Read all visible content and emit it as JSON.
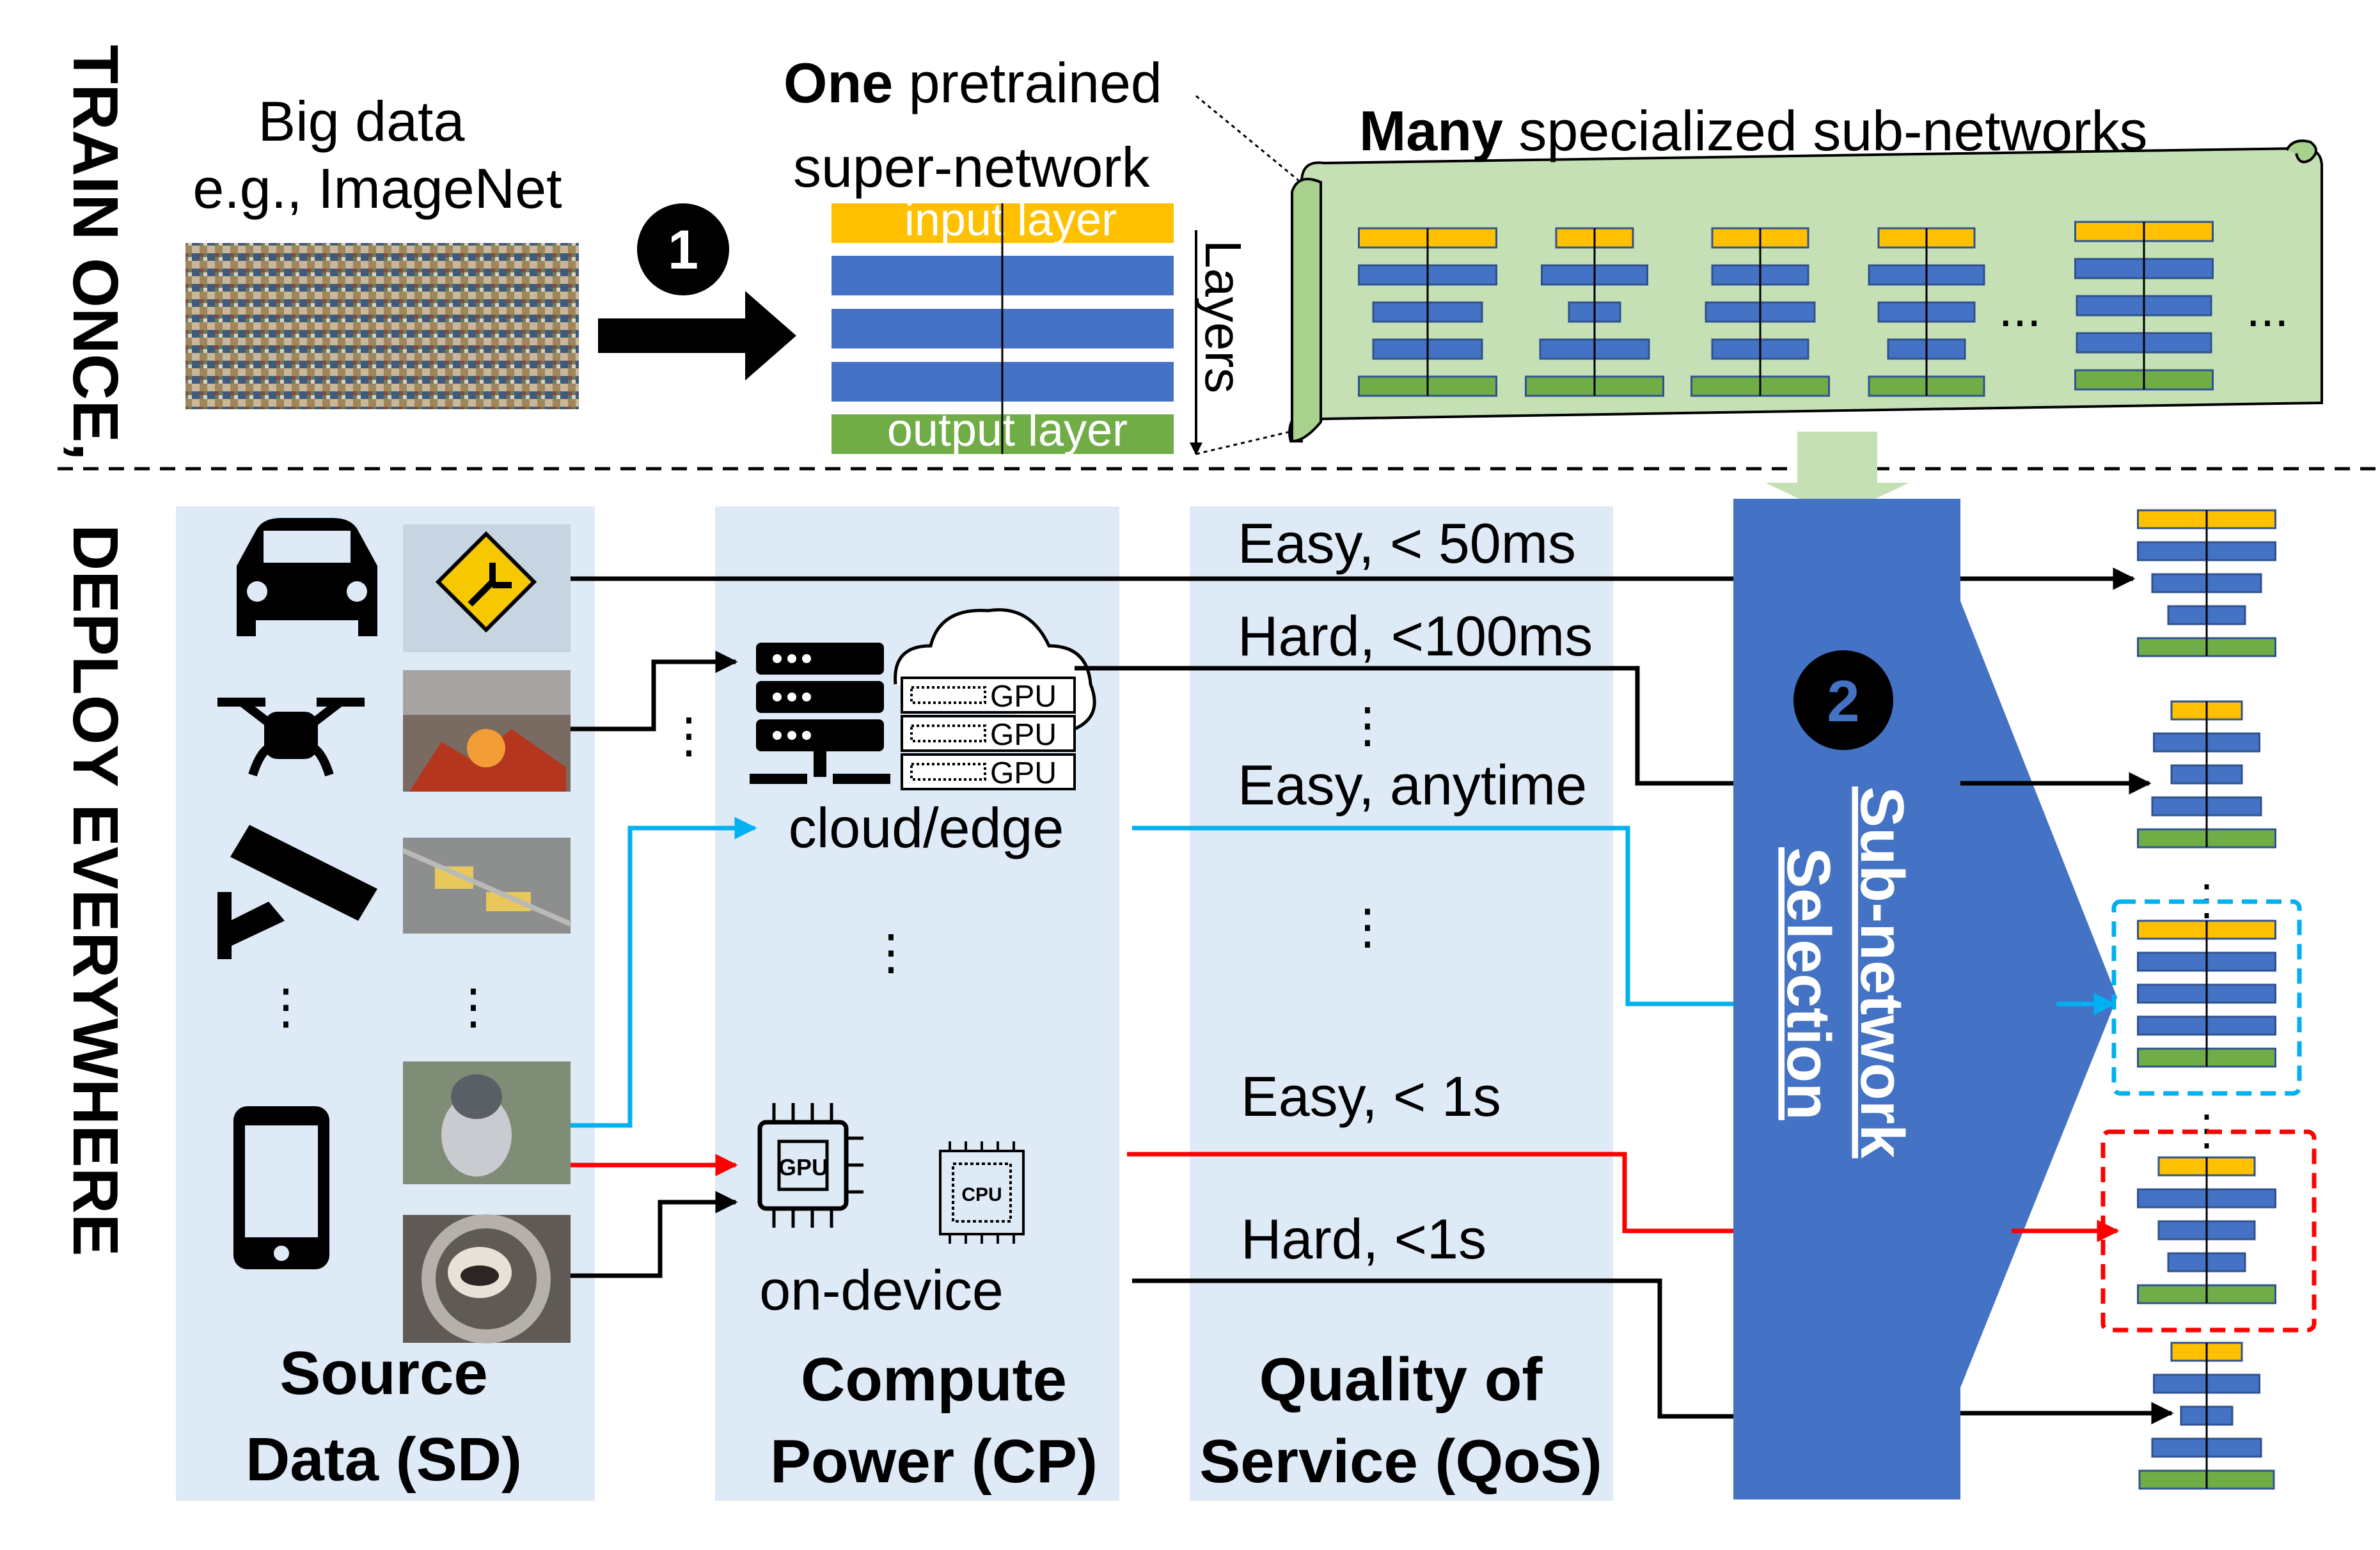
{
  "side_labels": {
    "train": "TRAIN ONCE,",
    "deploy": "DEPLOY EVERYWHERE"
  },
  "big_data": {
    "line1": "Big data",
    "line2": "e.g., ImageNet"
  },
  "steps": {
    "one": "1",
    "two": "2"
  },
  "supernet": {
    "title_bold": "One",
    "title_rest": " pretrained",
    "title_line2": "super-network",
    "input_layer": "input layer",
    "output_layer": "output layer",
    "layers_label": "Layers"
  },
  "subnets": {
    "title_bold": "Many",
    "title_rest": " specialized sub-networks",
    "ellipsis": "..."
  },
  "columns": {
    "source": {
      "line1": "Source",
      "line2": "Data (SD)"
    },
    "compute": {
      "line1": "Compute",
      "line2": "Power (CP)",
      "cloud": "cloud/edge",
      "device": "on-device",
      "gpu_tag": "GPU",
      "chip_gpu": "GPU",
      "chip_cpu": "CPU"
    },
    "qos": {
      "line1": "Quality of",
      "line2": "Service (QoS)",
      "items": [
        "Easy, < 50ms",
        "Hard, <100ms",
        "Easy, anytime",
        "Easy, < 1s",
        "Hard, <1s"
      ]
    }
  },
  "selection": {
    "line1": "Sub-network",
    "line2": "Selection"
  },
  "vdots": "⋮",
  "colors": {
    "panel": "#deeaf6",
    "scroll": "#c5e0b4",
    "layer_blue": "#4472c4",
    "layer_yellow": "#ffc000",
    "layer_green": "#70ad47",
    "arrow_blue": "#00b0f0",
    "arrow_red": "#ff0000",
    "selector": "#4472c4"
  }
}
